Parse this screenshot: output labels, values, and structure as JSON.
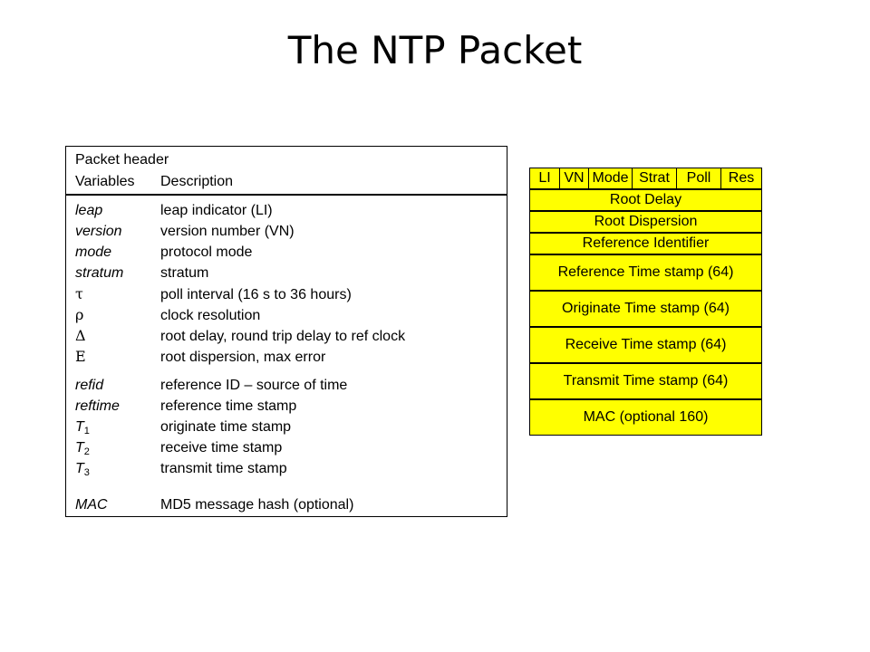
{
  "title": "The NTP Packet",
  "table": {
    "header_title": "Packet header",
    "col_variables": "Variables",
    "col_description": "Description",
    "rows": [
      {
        "var": "leap",
        "desc": "leap indicator (LI)"
      },
      {
        "var": "version",
        "desc": "version number (VN)"
      },
      {
        "var": "mode",
        "desc": "protocol mode"
      },
      {
        "var": "stratum",
        "desc": "stratum"
      },
      {
        "var": "τ",
        "desc": "poll interval (16 s to 36 hours)"
      },
      {
        "var": "ρ",
        "desc": "clock resolution"
      },
      {
        "var": "Δ",
        "desc": "root delay, round trip delay to ref clock"
      },
      {
        "var": "Ε",
        "desc": "root dispersion, max error"
      },
      {
        "var": "refid",
        "desc": "reference ID – source of time"
      },
      {
        "var": "reftime",
        "desc": "reference time stamp"
      },
      {
        "var": "T",
        "sub": "1",
        "desc": "originate time stamp"
      },
      {
        "var": "T",
        "sub": "2",
        "desc": "receive time stamp"
      },
      {
        "var": "T",
        "sub": "3",
        "desc": "transmit time stamp"
      },
      {
        "var": "MAC",
        "desc": "MD5 message hash (optional)"
      }
    ]
  },
  "packet": {
    "fill_color": "#ffff00",
    "fields": [
      "LI",
      "VN",
      "Mode",
      "Strat",
      "Poll",
      "Res"
    ],
    "blocks": [
      "Root Delay",
      "Root Dispersion",
      "Reference Identifier",
      "Reference Time stamp (64)",
      "Originate Time stamp (64)",
      "Receive Time stamp (64)",
      "Transmit Time stamp (64)",
      "MAC (optional 160)"
    ]
  }
}
